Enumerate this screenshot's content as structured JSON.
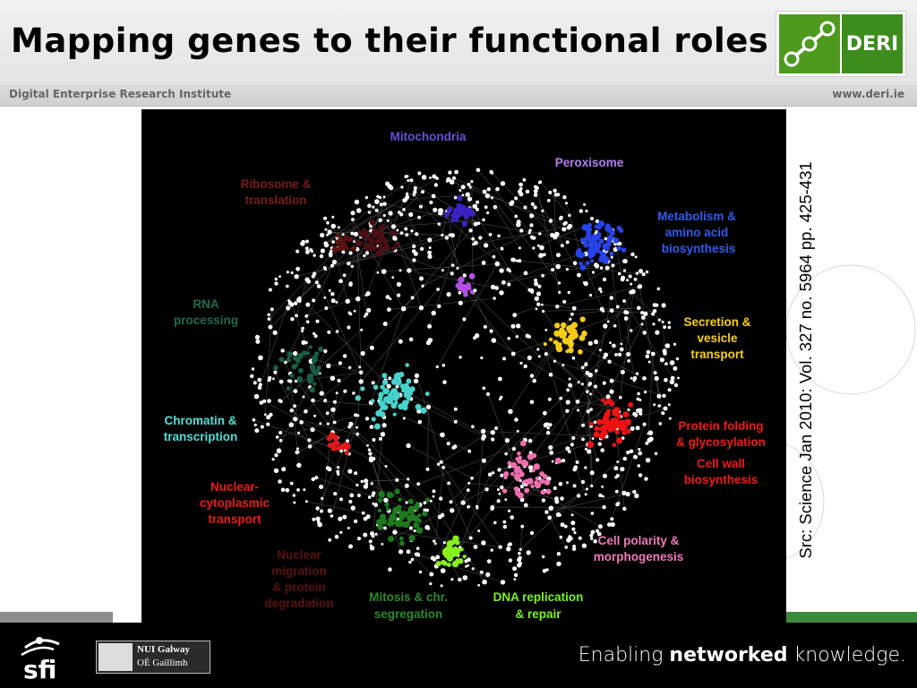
{
  "header": {
    "title": "Mapping genes to their functional roles",
    "logo_text": "DERI"
  },
  "subbar": {
    "left": "Digital Enterprise Research Institute",
    "right": "www.deri.ie"
  },
  "figure": {
    "labels": [
      {
        "text": "Mitochondria",
        "color": "#6a4de0"
      },
      {
        "text": "Peroxisome",
        "color": "#b57cf2"
      },
      {
        "text": "Ribosome &",
        "color": "#7a1a1a"
      },
      {
        "text": "translation",
        "color": "#7a1a1a"
      },
      {
        "text": "Metabolism &",
        "color": "#2f5bf0"
      },
      {
        "text": "amino acid",
        "color": "#2f5bf0"
      },
      {
        "text": "biosynthesis",
        "color": "#2f5bf0"
      },
      {
        "text": "RNA",
        "color": "#1f6a4a"
      },
      {
        "text": "processing",
        "color": "#1f6a4a"
      },
      {
        "text": "Secretion &",
        "color": "#f7d117"
      },
      {
        "text": "vesicle",
        "color": "#f7d117"
      },
      {
        "text": "transport",
        "color": "#f7d117"
      },
      {
        "text": "Chromatin &",
        "color": "#4fe0d8"
      },
      {
        "text": "transcription",
        "color": "#4fe0d8"
      },
      {
        "text": "Protein folding",
        "color": "#f01818"
      },
      {
        "text": "& glycosylation",
        "color": "#f01818"
      },
      {
        "text": "Cell wall",
        "color": "#f01818"
      },
      {
        "text": "biosynthesis",
        "color": "#f01818"
      },
      {
        "text": "Nuclear-",
        "color": "#f01818"
      },
      {
        "text": "cytoplasmic",
        "color": "#f01818"
      },
      {
        "text": "transport",
        "color": "#f01818"
      },
      {
        "text": "Cell polarity &",
        "color": "#f07ab8"
      },
      {
        "text": "morphogenesis",
        "color": "#f07ab8"
      },
      {
        "text": "Nuclear",
        "color": "#5a1212"
      },
      {
        "text": "migration",
        "color": "#5a1212"
      },
      {
        "text": "& protein",
        "color": "#5a1212"
      },
      {
        "text": "degradation",
        "color": "#5a1212"
      },
      {
        "text": "Mitosis & chr.",
        "color": "#2a8a2a"
      },
      {
        "text": "segregation",
        "color": "#2a8a2a"
      },
      {
        "text": "DNA replication",
        "color": "#7cf21a"
      },
      {
        "text": "& repair",
        "color": "#7cf21a"
      }
    ],
    "clusters": [
      {
        "name": "mitochondria",
        "color": "#3b22c4"
      },
      {
        "name": "peroxisome",
        "color": "#b34fe8"
      },
      {
        "name": "ribosome",
        "color": "#4a0f12"
      },
      {
        "name": "metabolism",
        "color": "#2742e8"
      },
      {
        "name": "rna",
        "color": "#1a5c44"
      },
      {
        "name": "secretion",
        "color": "#f6cd14"
      },
      {
        "name": "chromatin",
        "color": "#47d3cc"
      },
      {
        "name": "protein-folding",
        "color": "#ee1212"
      },
      {
        "name": "nuclear-cytoplasmic",
        "color": "#e01a1a"
      },
      {
        "name": "cell-polarity",
        "color": "#ef6fae"
      },
      {
        "name": "nuclear-migration",
        "color": "#5a1111"
      },
      {
        "name": "mitosis",
        "color": "#1e7a1e"
      },
      {
        "name": "dna-replication",
        "color": "#86f01f"
      }
    ]
  },
  "source": "Src: Science Jan 2010: Vol. 327 no. 5964 pp. 425-431",
  "footer": {
    "nui_line1": "NUI Galway",
    "nui_line2": "OÉ Gaillimh",
    "tagline_prefix": "Enabling ",
    "tagline_bold": "networked",
    "tagline_suffix": " knowledge."
  }
}
